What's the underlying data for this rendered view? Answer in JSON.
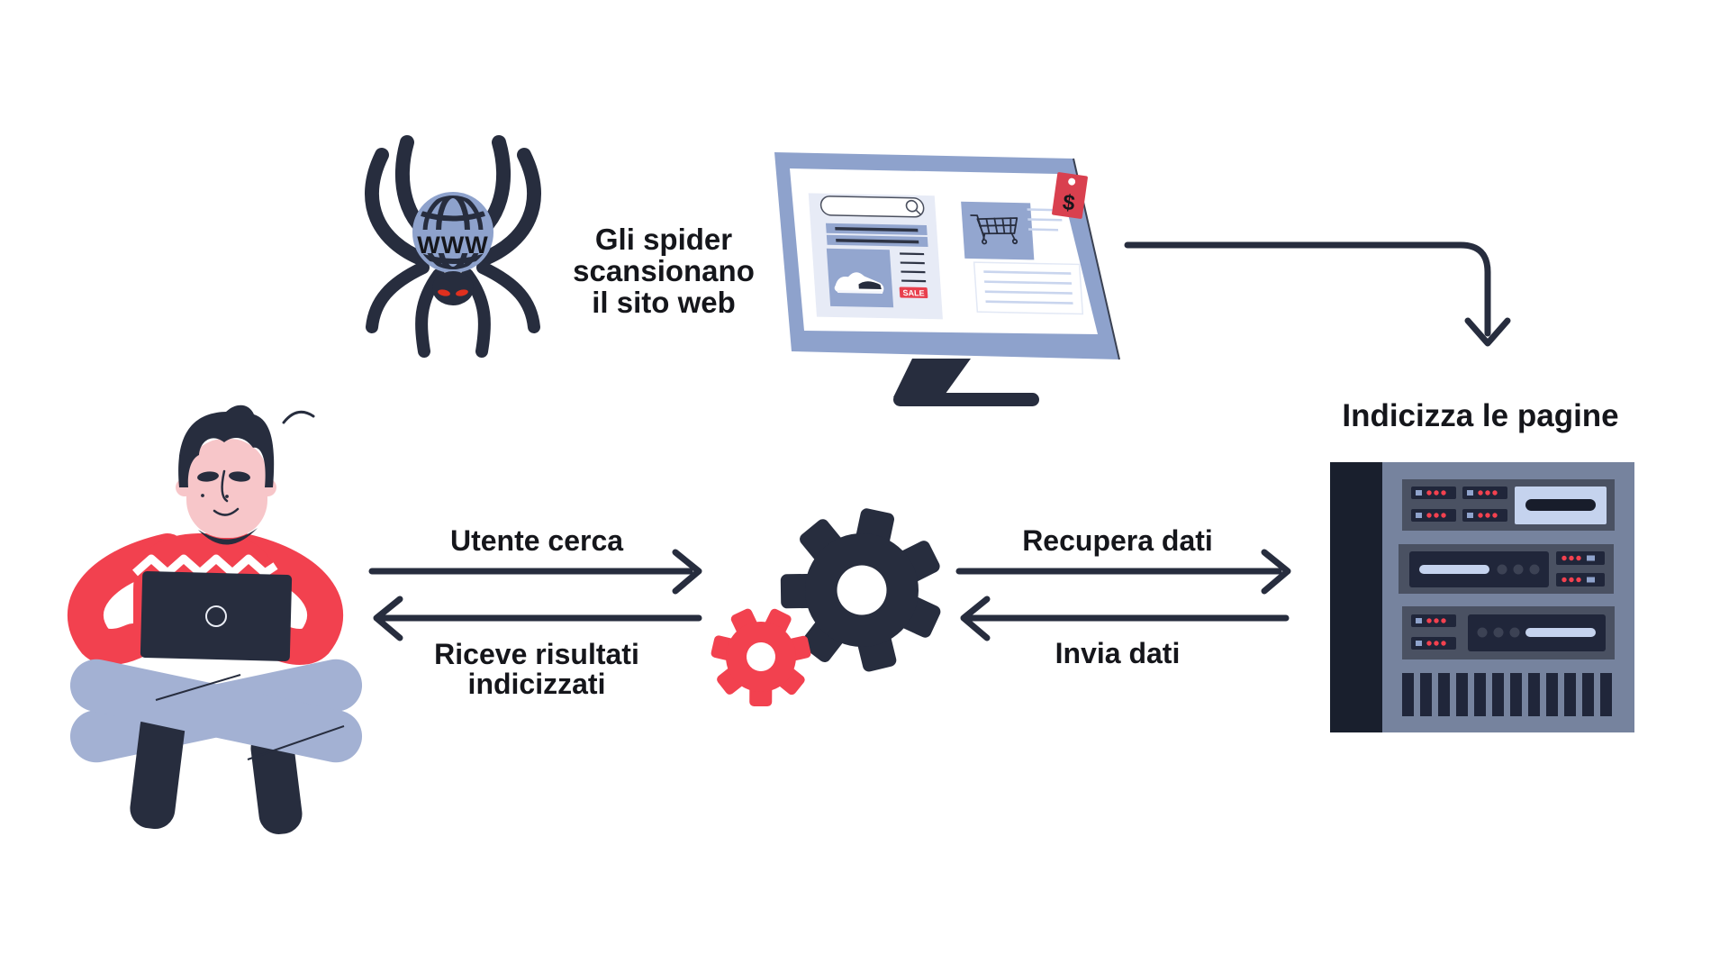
{
  "spider": {
    "label_lines": [
      "Gli spider",
      "scansionano",
      "il sito web"
    ],
    "body_text": "WWW"
  },
  "website": {
    "sale_badge": "SALE",
    "price_tag_symbol": "$"
  },
  "server": {
    "label": "Indicizza le pagine"
  },
  "flows": {
    "user_search": "Utente cerca",
    "receive_results_lines": [
      "Riceve risultati",
      "indicizzati"
    ],
    "retrieve_data": "Recupera dati",
    "send_data": "Invia dati"
  },
  "colors": {
    "ink": "#272D3E",
    "text": "#15161B",
    "periwinkle": "#8EA2CC",
    "light_panel": "#E7EBF6",
    "red": "#F2414F",
    "tag_red": "#D9404F",
    "rack_body": "#76839E",
    "rack_unit": "#4A5162",
    "panel_dark": "#20263A",
    "led_red": "#F3414F",
    "led_blue": "#8FA3CC",
    "light_blue": "#C5D3EE",
    "skin": "#F7C6C9",
    "legs": "#A3B1D3"
  }
}
